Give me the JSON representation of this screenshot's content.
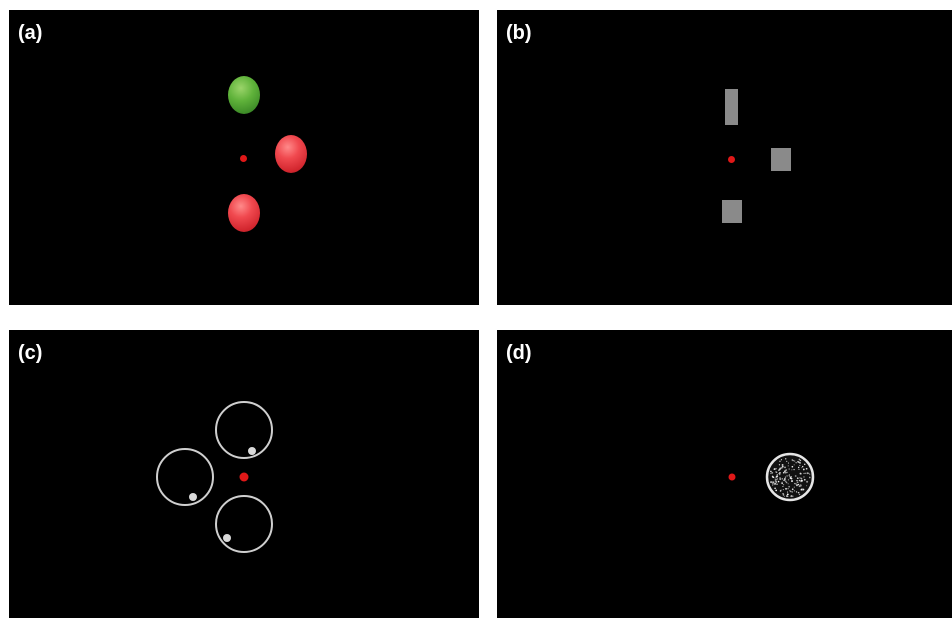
{
  "panels": [
    {
      "label": "(a)",
      "stimulus": "colored-balls"
    },
    {
      "label": "(b)",
      "stimulus": "gray-rectangles"
    },
    {
      "label": "(c)",
      "stimulus": "circles-with-dots"
    },
    {
      "label": "(d)",
      "stimulus": "noise-circle"
    }
  ],
  "colors": {
    "background": "#000000",
    "fixation": "#e01818",
    "ball_red": "#e8383f",
    "ball_green": "#4f9f34",
    "rect_gray": "#8a8a8a",
    "ring": "#cfcfcf"
  }
}
